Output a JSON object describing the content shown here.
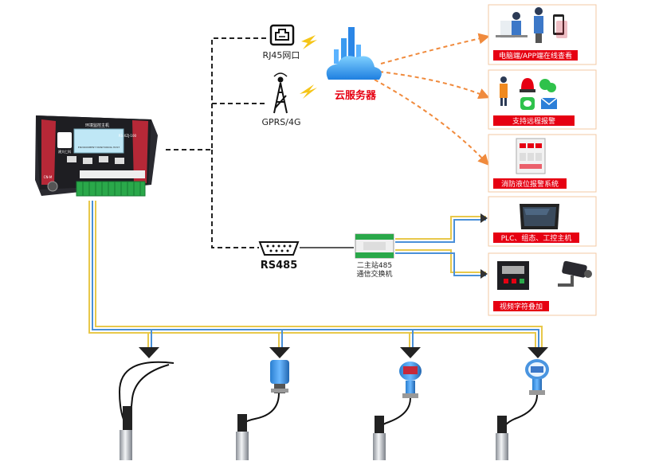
{
  "controller": {
    "title": "环境监控主机",
    "subtitle": "ENVIRONMENT MONITORING HOST",
    "model": "RS-XZJ-100",
    "brand": "建大仁科",
    "port_label": "CN-M"
  },
  "links": {
    "rj45": "RJ45网口",
    "gprs": "GPRS/4G",
    "rs485": "RS485",
    "cloud": "云服务器",
    "switch_line1": "二主站485",
    "switch_line2": "通信交换机"
  },
  "outputs": [
    {
      "label": "电脑端/APP端在线查看"
    },
    {
      "label": "支持远程报警"
    },
    {
      "label": "消防液位报警系统"
    },
    {
      "label": "PLC、组态、工控主机"
    },
    {
      "label": "视频字符叠加"
    }
  ],
  "colors": {
    "label_bg": "#e60012",
    "cloud_text": "#e60012",
    "dashed_orange": "#f08a3c",
    "wire_blue": "#4a90d9",
    "wire_yellow": "#e8c84a",
    "device_dark": "#1e1e22",
    "terminal_green": "#2aa84a"
  },
  "icons": [
    "rj45-icon",
    "antenna-icon",
    "cloud-icon",
    "serial-port-icon",
    "switch-icon",
    "desk-monitor-icon",
    "alarm-icon",
    "wechat-icon",
    "mail-icon",
    "fire-panel-icon",
    "touch-panel-icon",
    "camera-icon",
    "sensor-probe-icon",
    "pressure-transmitter-icon"
  ]
}
